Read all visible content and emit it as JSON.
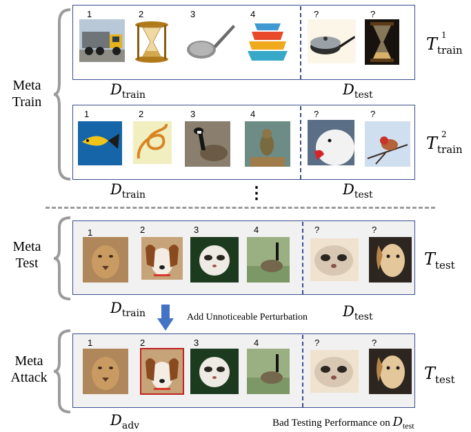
{
  "groups": {
    "meta_train": "Meta\nTrain",
    "meta_test": "Meta\nTest",
    "meta_attack": "Meta\nAttack"
  },
  "tasks": [
    {
      "train_indices": [
        "1",
        "2",
        "3",
        "4"
      ],
      "test_indices": [
        "?",
        "?"
      ],
      "train_items": [
        "truck",
        "hourglass",
        "frying-pan",
        "nesting-bowls"
      ],
      "test_items": [
        "pan-with-lid",
        "hourglass"
      ],
      "task_label": "T",
      "task_sub": "train",
      "task_sup": "1"
    },
    {
      "train_indices": [
        "1",
        "2",
        "3",
        "4"
      ],
      "test_indices": [
        "?",
        "?"
      ],
      "train_items": [
        "yellow-fish",
        "nematode",
        "canada-goose",
        "finch"
      ],
      "test_items": [
        "white-goose",
        "red-finch"
      ],
      "task_label": "T",
      "task_sub": "train",
      "task_sup": "2"
    },
    {
      "train_indices": [
        "1",
        "2",
        "3",
        "4"
      ],
      "test_indices": [
        "?",
        "?"
      ],
      "train_items": [
        "lion",
        "beagle",
        "ferret",
        "goose"
      ],
      "test_items": [
        "ferret",
        "dog"
      ],
      "task_label": "T",
      "task_sub": "test",
      "task_sup": ""
    },
    {
      "train_indices": [
        "1",
        "2",
        "3",
        "4"
      ],
      "test_indices": [
        "?",
        "?"
      ],
      "train_items": [
        "lion",
        "beagle-perturbed",
        "ferret",
        "goose"
      ],
      "test_items": [
        "ferret",
        "dog"
      ],
      "task_label": "T",
      "task_sub": "test",
      "task_sup": ""
    }
  ],
  "labels": {
    "d_main": "D",
    "train_sub": "train",
    "test_sub": "test",
    "adv_sub": "adv",
    "ellipsis": "⋮",
    "perturbation_note": "Add Unnoticeable Perturbation",
    "bad_perf_text": "Bad Testing Performance on ",
    "bad_perf_d": "D",
    "bad_perf_sub": "test"
  },
  "colors": {
    "panel_border": "#3a4d8f",
    "perturbed_border": "#c0211f",
    "arrow": "#4472c4",
    "brace": "#9b9b9b"
  }
}
